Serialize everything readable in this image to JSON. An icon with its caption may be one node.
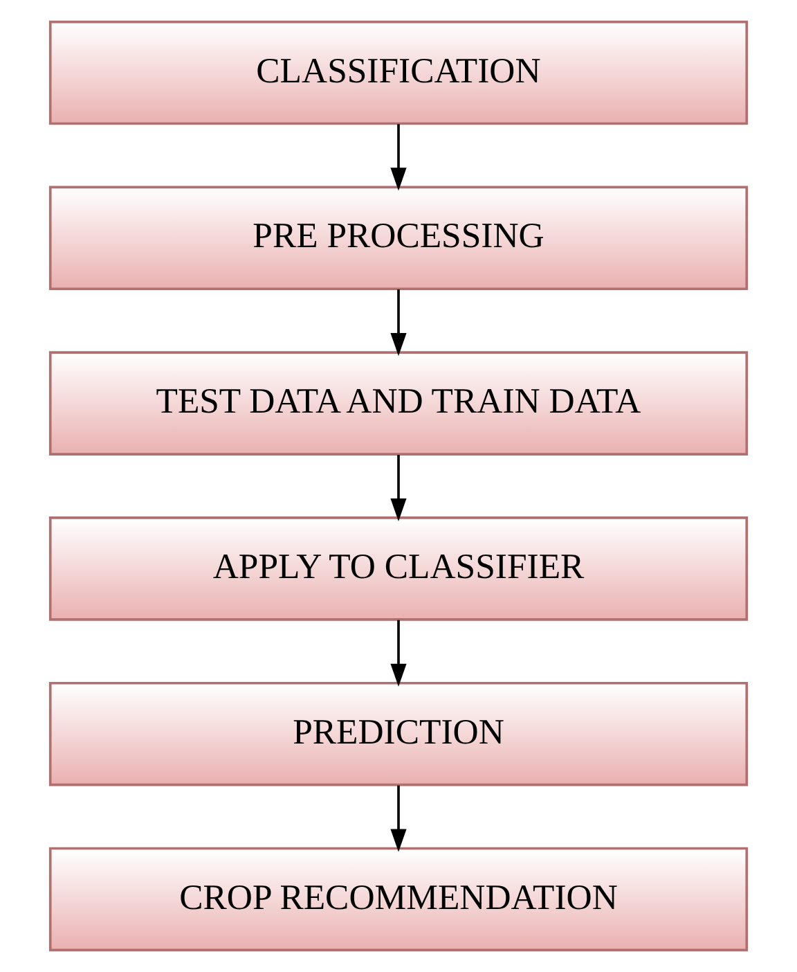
{
  "diagram": {
    "nodes": [
      {
        "text": [
          "CLASSIFICATION"
        ]
      },
      {
        "text": [
          "PRE PROCESSING"
        ]
      },
      {
        "text": [
          "TEST DATA AND TRAIN DATA"
        ]
      },
      {
        "text": [
          "APPLY TO CLASSIFIER"
        ]
      },
      {
        "text": [
          "PREDICTION"
        ]
      },
      {
        "text": [
          "CROP RECOMMENDATION"
        ]
      }
    ],
    "edges": [
      {
        "from": 0,
        "to": 1,
        "arrow": "to"
      },
      {
        "from": 1,
        "to": 2,
        "arrow": "to"
      },
      {
        "from": 2,
        "to": 3,
        "arrow": "to"
      },
      {
        "from": 3,
        "to": 4,
        "arrow": "to"
      },
      {
        "from": 4,
        "to": 5,
        "arrow": "to"
      }
    ]
  }
}
